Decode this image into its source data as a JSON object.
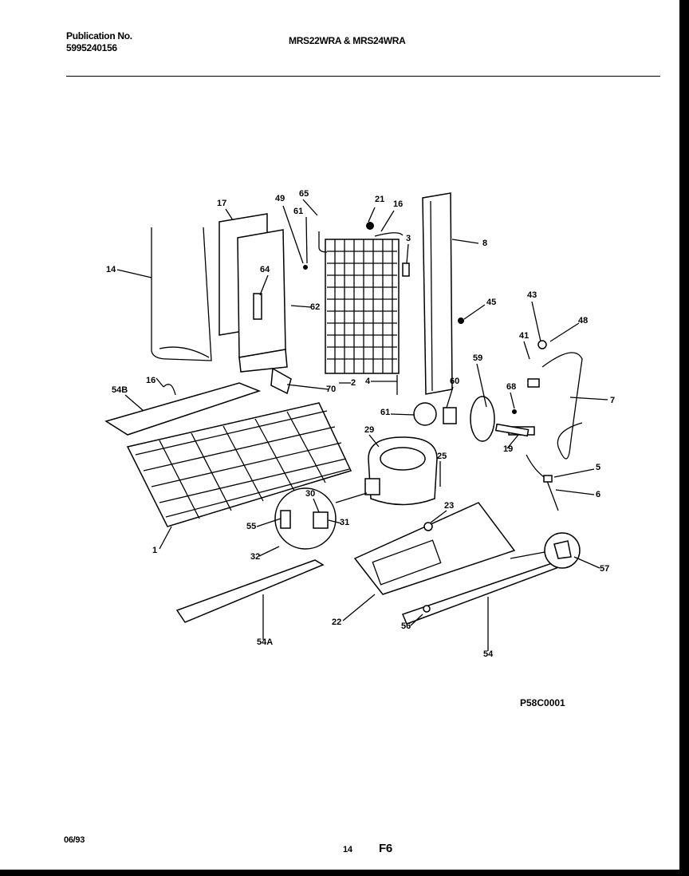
{
  "header": {
    "publication_label": "Publication No.",
    "publication_number": "5995240156",
    "models": "MRS22WRA & MRS24WRA"
  },
  "diagram": {
    "callouts": [
      "49",
      "17",
      "65",
      "61",
      "21",
      "16",
      "3",
      "8",
      "14",
      "64",
      "62",
      "45",
      "43",
      "48",
      "41",
      "16",
      "70",
      "4",
      "2",
      "54B",
      "60",
      "59",
      "68",
      "7",
      "61",
      "29",
      "19",
      "25",
      "5",
      "6",
      "30",
      "55",
      "31",
      "23",
      "32",
      "1",
      "57",
      "22",
      "56",
      "54A",
      "54"
    ],
    "drawing_code": "P58C0001"
  },
  "footer": {
    "date": "06/93",
    "page": "14",
    "figure": "F6"
  }
}
